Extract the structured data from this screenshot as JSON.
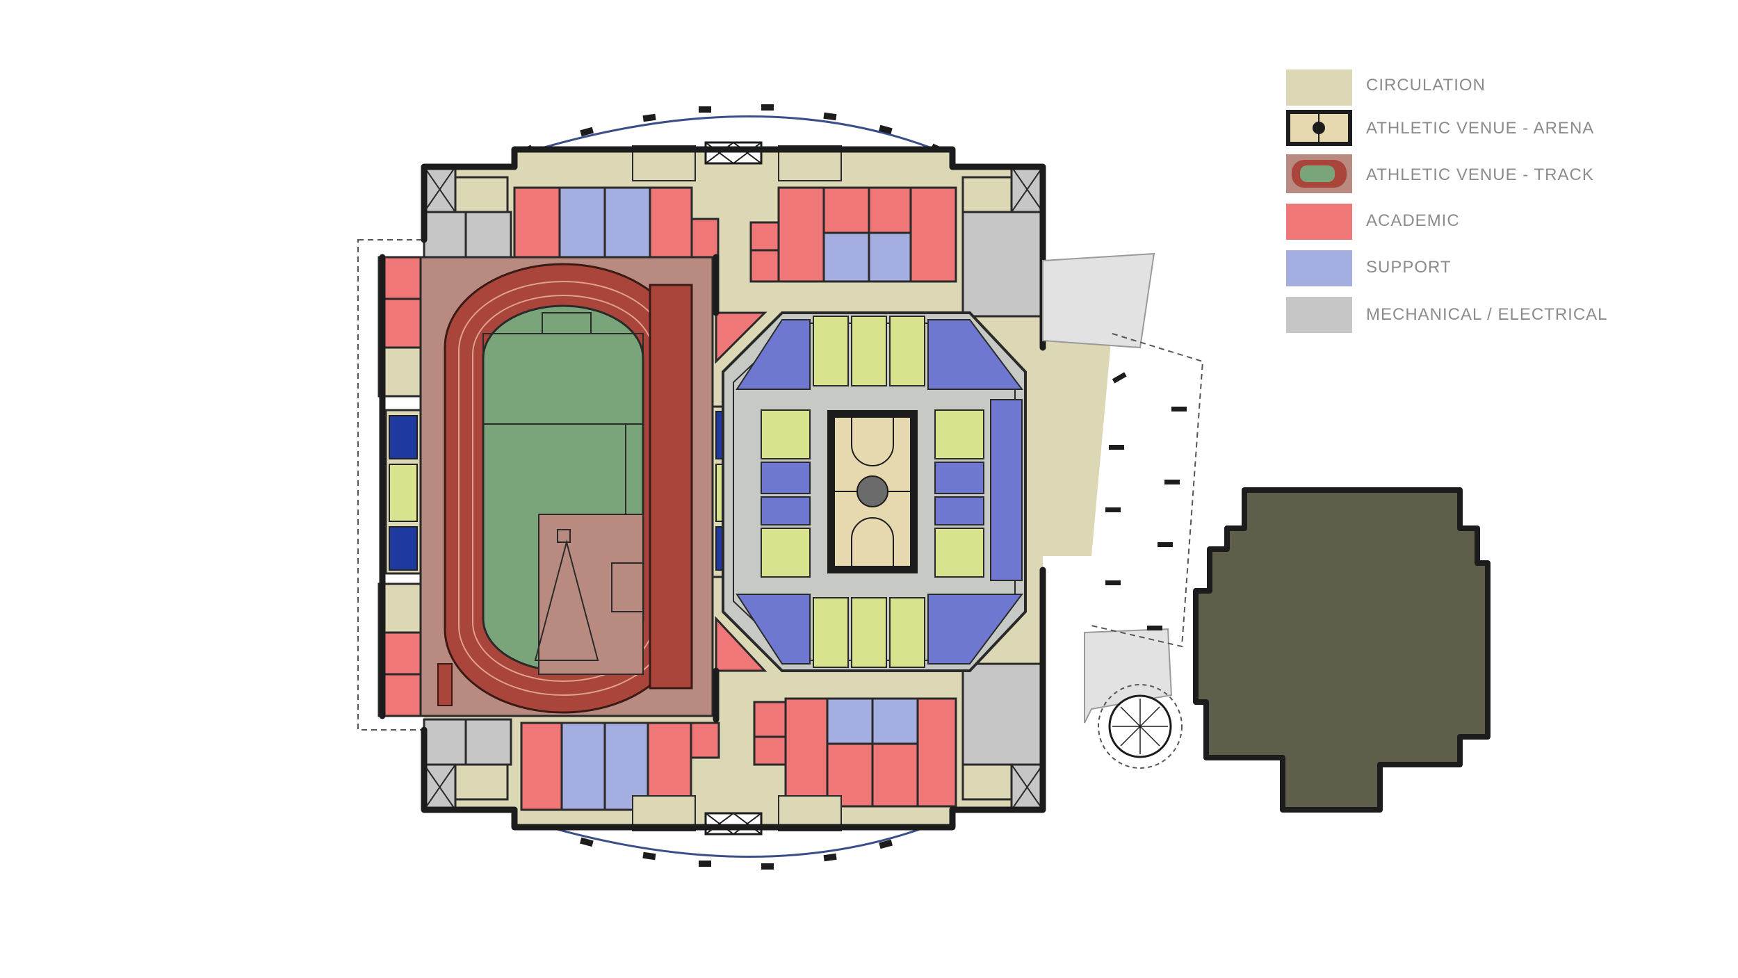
{
  "colors": {
    "circulation": "#dcd8b6",
    "arena": "#e6d9b0",
    "track_surface": "#b98a80",
    "track_lanes": "#a9453a",
    "field": "#7aa57a",
    "academic": "#f07777",
    "support": "#a5aee0",
    "mechanical": "#c6c6c6",
    "seating_blue": "#6f78d0",
    "seating_yellow": "#d9e28c",
    "bleacher_navy": "#1e3aa0",
    "neighbor_building": "#5e5e4a"
  },
  "legend": [
    {
      "key": "circulation",
      "label": "CIRCULATION",
      "icon": "swatch-circulation"
    },
    {
      "key": "arena",
      "label": "ATHLETIC VENUE - ARENA",
      "icon": "basketball-court-icon"
    },
    {
      "key": "track",
      "label": "ATHLETIC VENUE - TRACK",
      "icon": "running-track-icon"
    },
    {
      "key": "academic",
      "label": "ACADEMIC",
      "icon": "swatch-academic"
    },
    {
      "key": "support",
      "label": "SUPPORT",
      "icon": "swatch-support"
    },
    {
      "key": "mechanical",
      "label": "MECHANICAL / ELECTRICAL",
      "icon": "swatch-mechanical"
    }
  ]
}
